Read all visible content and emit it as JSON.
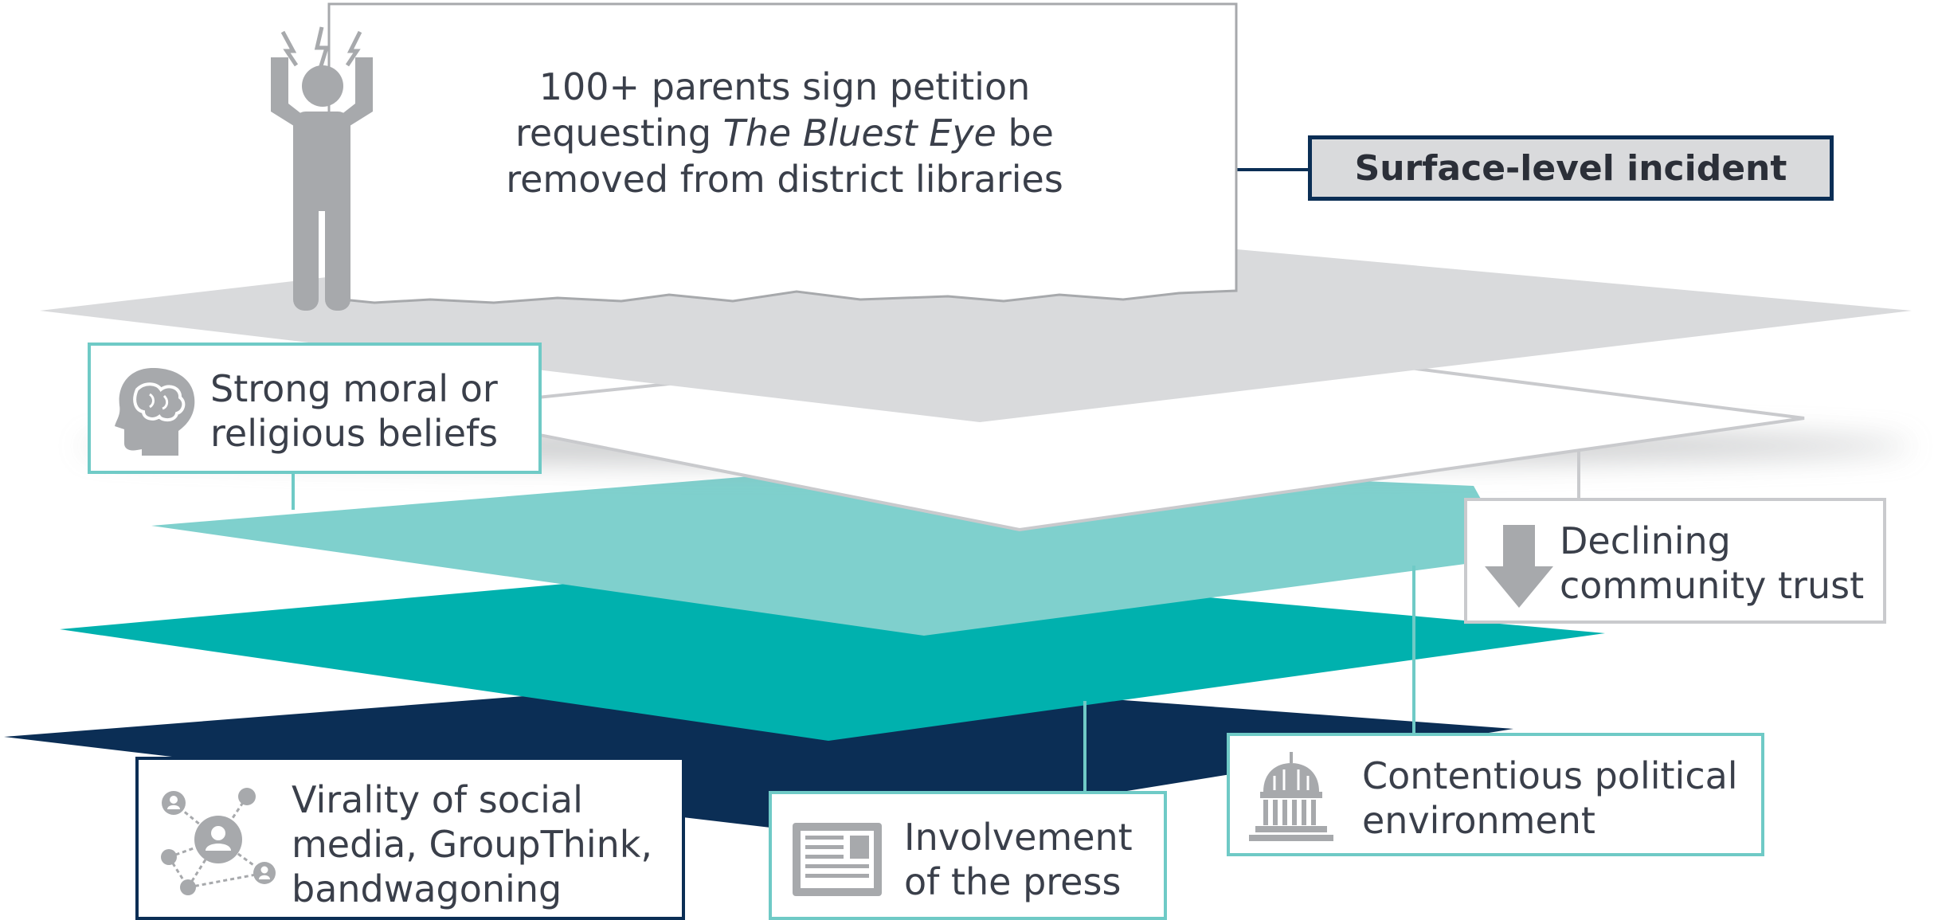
{
  "surface": {
    "quote_line1": "100+ parents sign petition",
    "quote_line2_pre": "requesting ",
    "quote_line2_italic": "The Bluest Eye",
    "quote_line2_post": " be",
    "quote_line3": "removed from district libraries",
    "tag_label": "Surface-level incident"
  },
  "factors": {
    "beliefs": {
      "line1": "Strong moral or",
      "line2": "religious beliefs",
      "icon": "brain-head-icon"
    },
    "trust": {
      "line1": "Declining",
      "line2": "community trust",
      "icon": "down-arrow-icon"
    },
    "politics": {
      "line1": "Contentious political",
      "line2": "environment",
      "icon": "capitol-icon"
    },
    "press": {
      "line1": "Involvement",
      "line2": "of the press",
      "icon": "newspaper-icon"
    },
    "social": {
      "line1": "Virality of social",
      "line2": "media, GroupThink,",
      "line3": "bandwagoning",
      "icon": "network-icon"
    }
  },
  "colors": {
    "gray_layer": "#d9dadc",
    "light_teal_layer": "#7fd0cd",
    "teal_layer": "#00b1ae",
    "navy_layer": "#0b2e55",
    "box_teal_border": "#6fcac6",
    "icon_gray": "#a7a9ac"
  }
}
